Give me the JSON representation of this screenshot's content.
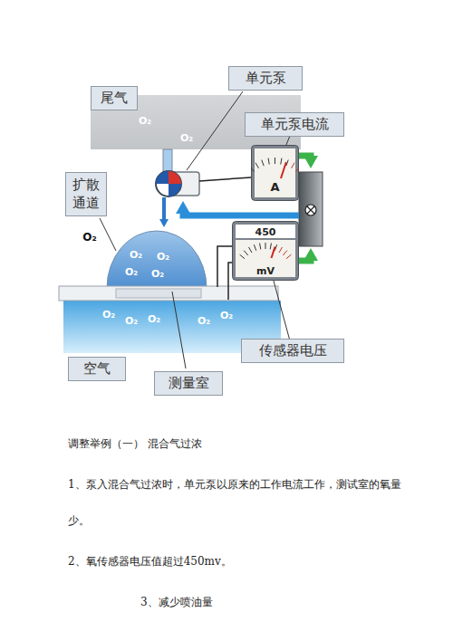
{
  "diagram": {
    "title": "调整举例（一） 混合气过浓",
    "nodes": [
      {
        "text": [
          "单元泵"
        ]
      },
      {
        "text": [
          "尾气"
        ]
      },
      {
        "text": [
          "单元泵电流"
        ]
      },
      {
        "text": [
          "A"
        ]
      },
      {
        "text": [
          "扩散通道"
        ]
      },
      {
        "text": [
          "450",
          "mV"
        ]
      },
      {
        "text": [
          "传感器电压"
        ]
      },
      {
        "text": [
          "空气"
        ]
      },
      {
        "text": [
          "测量室"
        ]
      }
    ],
    "edges": [
      {
        "from": 2,
        "to": 3,
        "arrow": "none"
      },
      {
        "from": 6,
        "to": 5,
        "arrow": "none"
      }
    ],
    "labels": [
      "O₂",
      "O₂",
      "O₂",
      "O₂",
      "O₂",
      "O₂",
      "O₂",
      "O₂",
      "O₂",
      "O₂",
      "O₂",
      "O₂",
      "1、泵入混合气过浓时，单元泵以原来的工作电流工作，测试室的氧量 少。",
      "2、氧传感器电压值超过450mv。",
      "3、减少喷油量"
    ]
  }
}
